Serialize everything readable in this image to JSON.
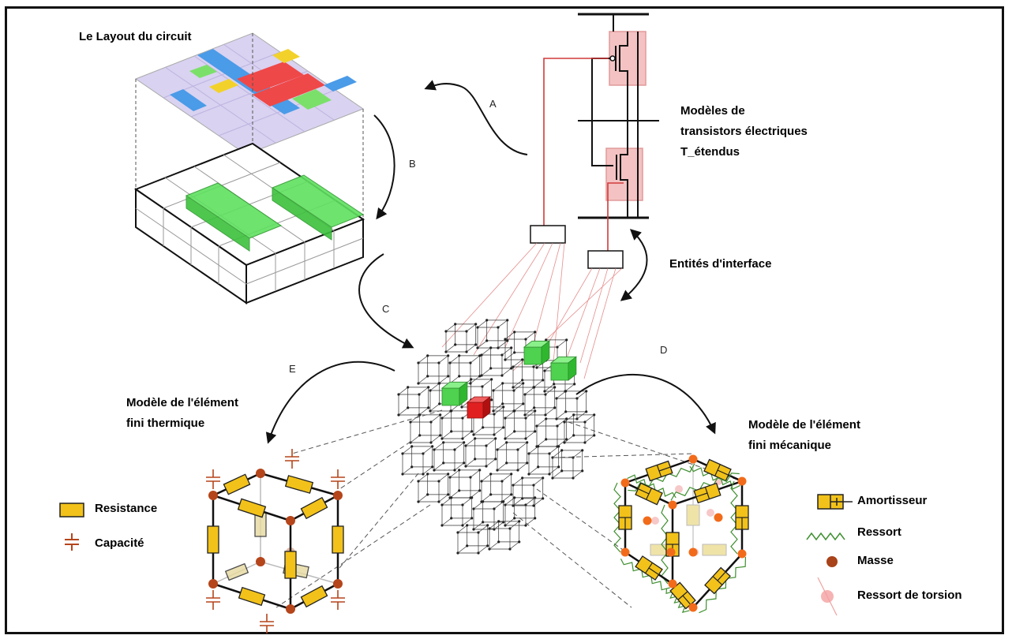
{
  "labels": {
    "layout_title": "Le Layout  du circuit",
    "transistor_models": [
      "Modèles de",
      "transistors électriques",
      "T_étendus"
    ],
    "interface": "Entités d'interface",
    "thermal_model": [
      "Modèle de l'élément",
      "fini thermique"
    ],
    "mechanical_model": [
      "Modèle de l'élément",
      "fini mécanique"
    ]
  },
  "steps": {
    "a": "A",
    "b": "B",
    "c": "C",
    "d": "D",
    "e": "E"
  },
  "legend_left": {
    "resistance": "Resistance",
    "capacity": "Capacité"
  },
  "legend_right": {
    "damper": "Amortisseur",
    "spring": "Ressort",
    "mass": "Masse",
    "torsion": "Ressort de torsion"
  },
  "colors": {
    "wire_red": "#d23a3a",
    "block_green": "#4fd24f",
    "cell_red": "#e02020",
    "resistor": "#f2c21a",
    "node_thermal": "#b5451b",
    "node_mech": "#f26b1a",
    "spring": "#3f8f2f",
    "transistor_fill": "#f4c2c2"
  }
}
